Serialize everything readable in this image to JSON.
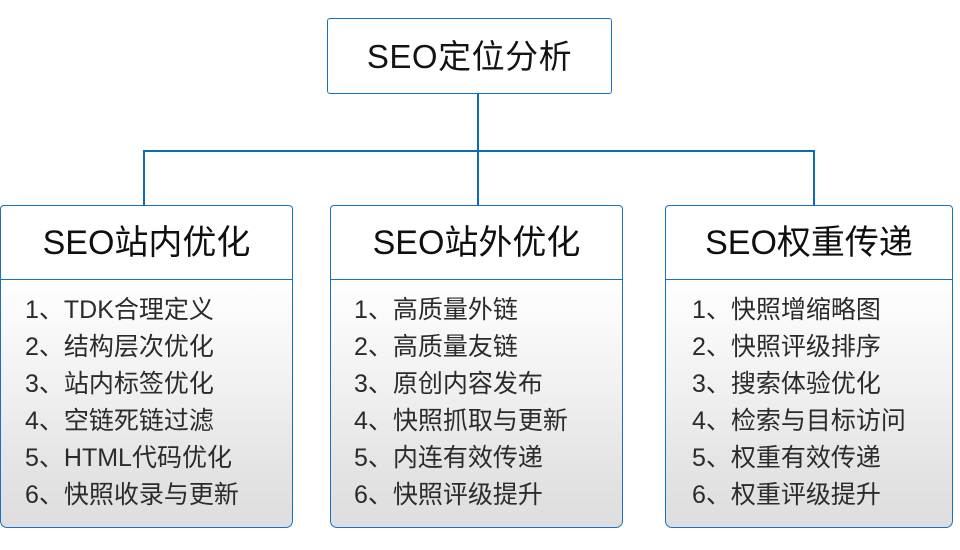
{
  "diagram": {
    "type": "org-tree",
    "accent_color": "#1572c4",
    "root": {
      "label": "SEO定位分析"
    },
    "columns": [
      {
        "id": "seo-onsite",
        "header": "SEO站内优化",
        "items": [
          "1、TDK合理定义",
          "2、结构层次优化",
          "3、站内标签优化",
          "4、空链死链过滤",
          "5、HTML代码优化",
          "6、快照收录与更新"
        ]
      },
      {
        "id": "seo-offsite",
        "header": "SEO站外优化",
        "items": [
          "1、高质量外链",
          "2、高质量友链",
          "3、原创内容发布",
          "4、快照抓取与更新",
          "5、内连有效传递",
          "6、快照评级提升"
        ]
      },
      {
        "id": "seo-weight",
        "header": "SEO权重传递",
        "items": [
          "1、快照增缩略图",
          "2、快照评级排序",
          "3、搜索体验优化",
          "4、检索与目标访问",
          "5、权重有效传递",
          "6、权重评级提升"
        ]
      }
    ]
  }
}
